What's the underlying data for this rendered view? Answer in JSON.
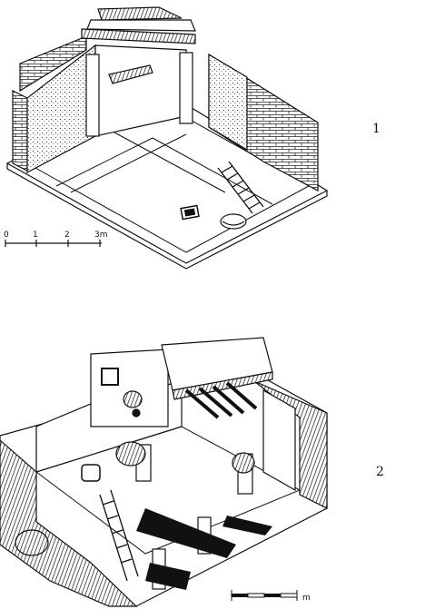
{
  "figure": {
    "panel_1": {
      "label": "1"
    },
    "panel_2": {
      "label": "2"
    }
  },
  "scale_bar_1": {
    "ticks": [
      "0",
      "1",
      "2",
      "3m"
    ]
  },
  "scale_bar_2": {
    "unit": "m"
  },
  "colors": {
    "ink": "#111111",
    "paper": "#ffffff"
  }
}
